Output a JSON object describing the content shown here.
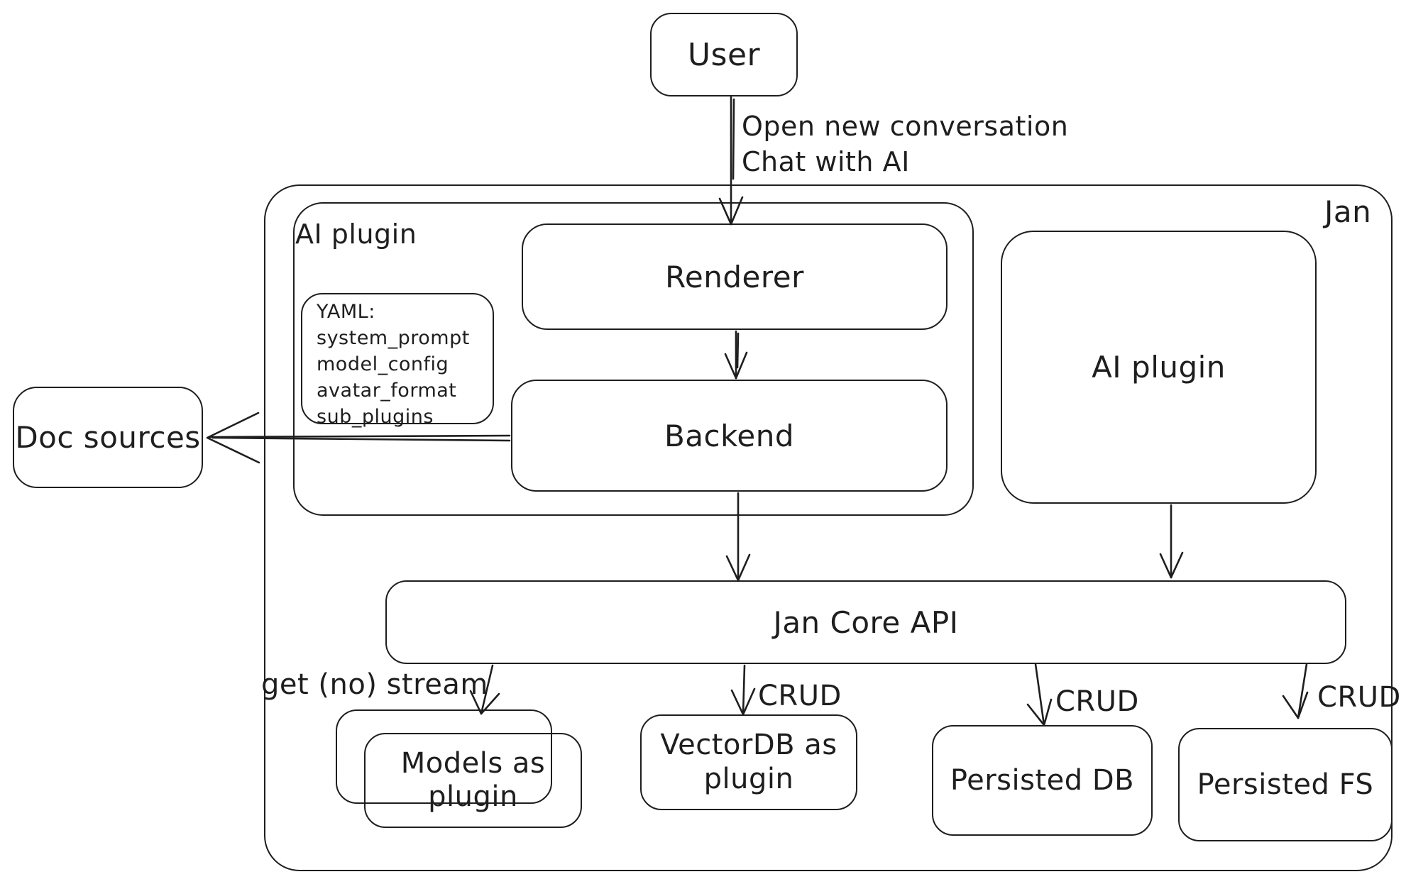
{
  "colors": {
    "stroke": "#1e1e1e",
    "background": "#ffffff"
  },
  "nodes": {
    "user": {
      "label": "User"
    },
    "jan": {
      "label": "Jan"
    },
    "ai_plugin_container": {
      "label": "AI plugin"
    },
    "renderer": {
      "label": "Renderer"
    },
    "backend": {
      "label": "Backend"
    },
    "yaml_note": {
      "lines": [
        "YAML:",
        "system_prompt",
        "model_config",
        "avatar_format",
        "sub_plugins"
      ]
    },
    "ai_plugin_right": {
      "label": "AI plugin"
    },
    "doc_sources": {
      "label": "Doc sources"
    },
    "jan_core_api": {
      "label": "Jan Core API"
    },
    "models_as_plugin": {
      "line1": "Models as",
      "line2": "plugin"
    },
    "vectordb": {
      "line1": "VectorDB as",
      "line2": "plugin"
    },
    "persisted_db": {
      "label": "Persisted DB"
    },
    "persisted_fs": {
      "label": "Persisted FS"
    }
  },
  "edge_labels": {
    "user_to_renderer_line1": "Open new conversation",
    "user_to_renderer_line2": "Chat with AI",
    "get_no_stream": "get (no) stream",
    "crud_vectordb": "CRUD",
    "crud_persisted_db": "CRUD",
    "crud_persisted_fs": "CRUD"
  }
}
